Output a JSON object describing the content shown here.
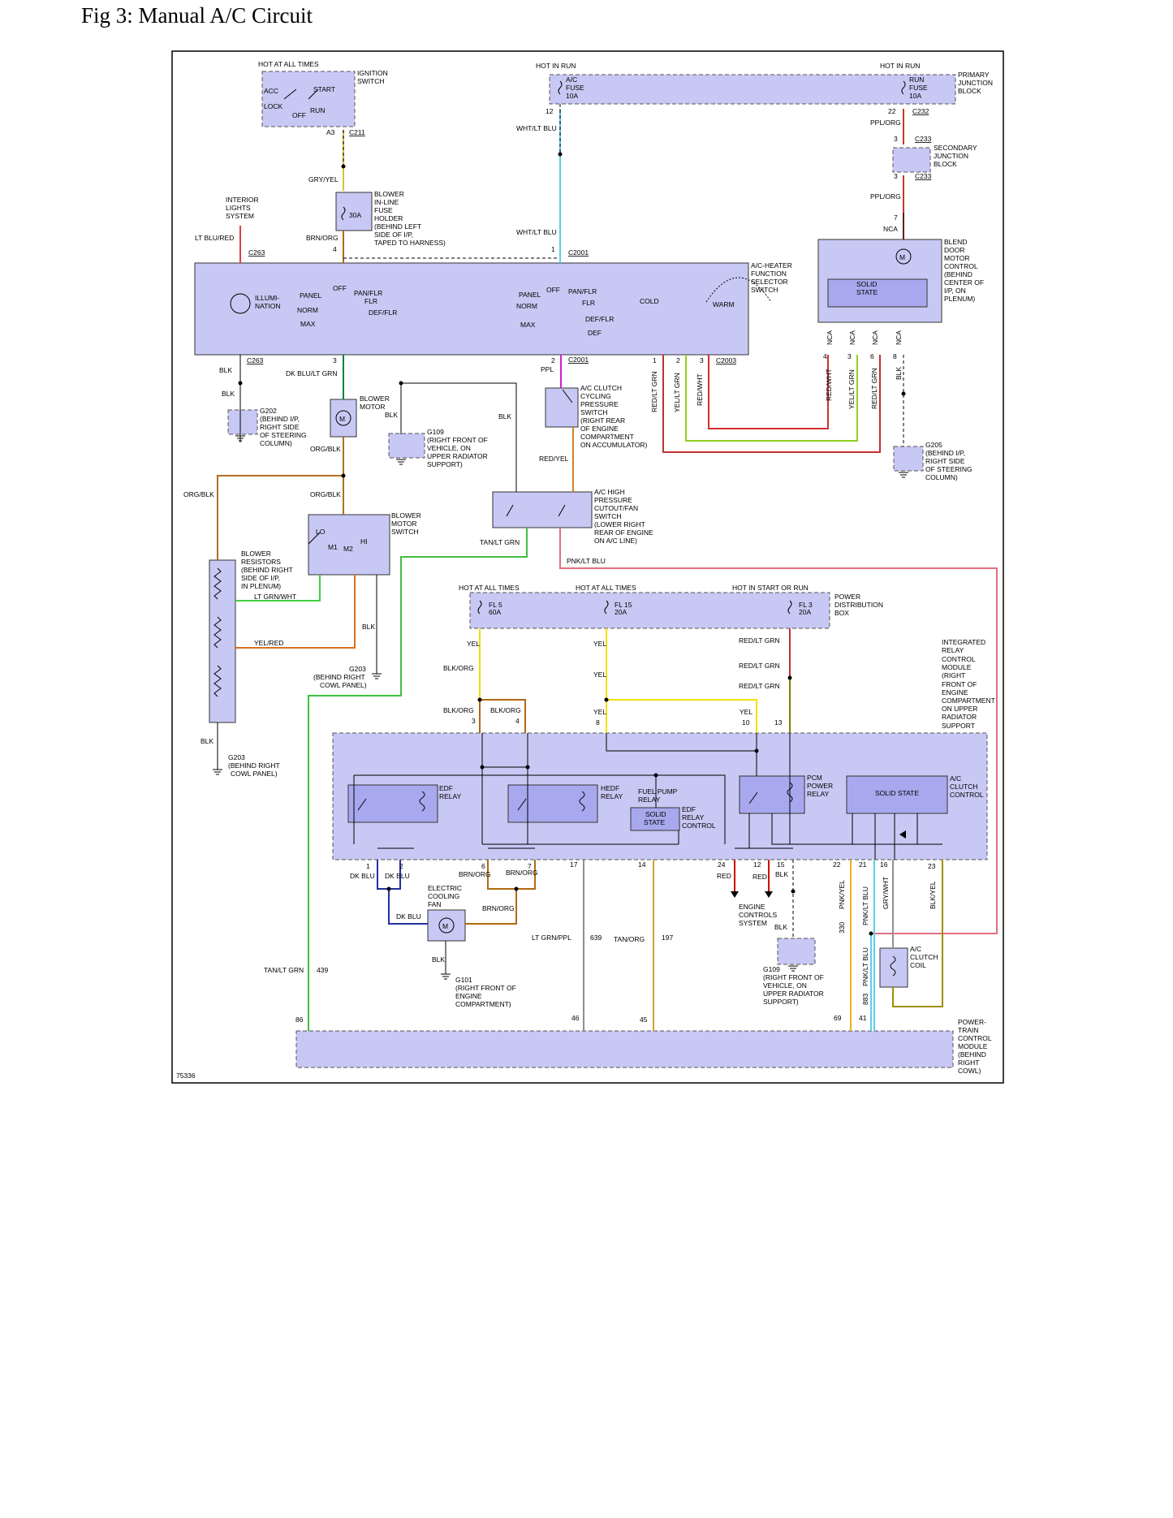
{
  "title": "Fig 3: Manual A/C Circuit",
  "figure_id": "75336",
  "colors": {
    "box_fill": "#c8c8f4",
    "gry_yel": "#d8c040",
    "brn_org": "#b06a10",
    "wht_lt_blu": "#5ccfe6",
    "ppl_org": "#c03a30",
    "lt_blu_red": "#e04040",
    "dk_blu_lt_grn": "#108040",
    "org_blk": "#b07020",
    "ppl": "#d020d0",
    "red_yel": "#d88020",
    "lt_grn_wht": "#40d040",
    "yel_red": "#d87020",
    "tan_lt_grn": "#40c040",
    "pnk_lt_blu": "#e07080",
    "yel": "#f0e000",
    "red_lt_grn": "#c03030",
    "dk_blu": "#2030a0",
    "red_wht": "#d03030",
    "yel_lt_grn": "#90d020",
    "red": "#d00000",
    "lt_grn_ppl": "#909090",
    "tan_org": "#d0a030",
    "blk": "#000000"
  },
  "labels": {
    "hot_all_times_top": "HOT AT ALL TIMES",
    "hot_in_run_1": "HOT IN RUN",
    "hot_in_run_2": "HOT IN RUN",
    "ignition_switch": [
      "IGNITION",
      "SWITCH"
    ],
    "acc": "ACC",
    "start": "START",
    "lock": "LOCK",
    "off": "OFF",
    "run": "RUN",
    "ac_fuse": [
      "A/C",
      "FUSE",
      "10A"
    ],
    "run_fuse": [
      "RUN",
      "FUSE",
      "10A"
    ],
    "primary_jb": [
      "PRIMARY",
      "JUNCTION",
      "BLOCK"
    ],
    "secondary_jb": [
      "SECONDARY",
      "JUNCTION",
      "BLOCK"
    ],
    "a3": "A3",
    "c211": "C211",
    "pin12": "12",
    "wht_lt_blu_1": "WHT/LT BLU",
    "pin22": "22",
    "c232": "C232",
    "ppl_org_1": "PPL/ORG",
    "pin3_c233": "3",
    "c233_top": "C233",
    "pin3_c233b": "3",
    "c233_bot": "C233",
    "ppl_org_2": "PPL/ORG",
    "pin7": "7",
    "nca_top": "NCA",
    "gry_yel": "GRY/YEL",
    "blower_fuse_holder": [
      "BLOWER",
      "IN-LINE",
      "FUSE",
      "HOLDER",
      "(BEHIND LEFT",
      "SIDE OF I/P,",
      "TAPED TO HARNESS)"
    ],
    "fuse_30a": "30A",
    "brn_org_1": "BRN/ORG",
    "pin4": "4",
    "interior_lights": [
      "INTERIOR",
      "LIGHTS",
      "SYSTEM"
    ],
    "lt_blu_red": "LT BLU/RED",
    "c263_top": "C263",
    "wht_lt_blu_2": "WHT/LT BLU",
    "pin1_c2001": "1",
    "c2001_top": "C2001",
    "blend_door": [
      "BLEND",
      "DOOR",
      "MOTOR",
      "CONTROL",
      "(BEHIND",
      "CENTER OF",
      "I/P, ON",
      "PLENUM)"
    ],
    "solid_state_1": [
      "SOLID",
      "STATE"
    ],
    "selector_switch": [
      "A/C-HEATER",
      "FUNCTION",
      "SELECTOR",
      "SWITCH"
    ],
    "illumination": [
      "ILLUMI-",
      "NATION"
    ],
    "panel": "PANEL",
    "off_1": "OFF",
    "pan_flr": "PAN/FLR",
    "flr": "FLR",
    "norm": "NORM",
    "def_flr": "DEF/FLR",
    "max": "MAX",
    "panel_2": "PANEL",
    "off_2": "OFF",
    "pan_flr_2": "PAN/FLR",
    "norm_2": "NORM",
    "flr_2": "FLR",
    "def_flr_2": "DEF/FLR",
    "max_2": "MAX",
    "def": "DEF",
    "cold": "COLD",
    "warm": "WARM",
    "nca_1": "NCA",
    "nca_2": "NCA",
    "nca_3": "NCA",
    "nca_4": "NCA",
    "pin4_b": "4",
    "pin3_b": "3",
    "pin6_b": "6",
    "pin8_b": "8",
    "red_wht_v": "RED/WHT",
    "yel_lt_grn_v": "YEL/LT GRN",
    "red_lt_grn_v": "RED/LT GRN",
    "blk_v": "BLK",
    "c263_bot": "C263",
    "pin3_c": "3",
    "pin2_c": "2",
    "c2001_bot": "C2001",
    "pin1_d": "1",
    "pin2_d": "2",
    "pin3_d": "3",
    "c2003": "C2003",
    "blk_1": "BLK",
    "blk_2": "BLK",
    "dk_blu_lt_grn": "DK BLU/LT GRN",
    "ppl": "PPL",
    "red_lt_grn_v2": "RED/LT GRN",
    "yel_lt_grn_v2": "YEL/LT GRN",
    "red_wht_v2": "RED/WHT",
    "g202": [
      "G202",
      "(BEHIND I/P,",
      "RIGHT SIDE",
      "OF STEERING",
      "COLUMN)"
    ],
    "blower_motor": [
      "BLOWER",
      "MOTOR"
    ],
    "blk_3": "BLK",
    "g109_top": [
      "G109",
      "(RIGHT FRONT OF",
      "VEHICLE, ON",
      "UPPER RADIATOR",
      "SUPPORT)"
    ],
    "blk_4": "BLK",
    "ac_clutch_cycling": [
      "A/C CLUTCH",
      "CYCLING",
      "PRESSURE",
      "SWITCH",
      "(RIGHT REAR",
      "OF ENGINE",
      "COMPARTMENT",
      "ON ACCUMULATOR)"
    ],
    "g205": [
      "G205",
      "(BEHIND I/P,",
      "RIGHT SIDE",
      "OF STEERING",
      "COLUMN)"
    ],
    "org_blk_1": "ORG/BLK",
    "red_yel": "RED/YEL",
    "org_blk_2": "ORG/BLK",
    "org_blk_3": "ORG/BLK",
    "ac_high_pressure": [
      "A/C HIGH",
      "PRESSURE",
      "CUTOUT/FAN",
      "SWITCH",
      "(LOWER RIGHT",
      "REAR OF ENGINE",
      "ON A/C LINE)"
    ],
    "blower_motor_switch": [
      "BLOWER",
      "MOTOR",
      "SWITCH"
    ],
    "lo": "LO",
    "hi": "HI",
    "m1": "M1",
    "m2": "M2",
    "tan_lt_grn_1": "TAN/LT GRN",
    "pnk_lt_blu_1": "PNK/LT BLU",
    "blower_resistors": [
      "BLOWER",
      "RESISTORS",
      "(BEHIND RIGHT",
      "SIDE OF I/P,",
      "IN PLENUM)"
    ],
    "lt_grn_wht": "LT GRN/WHT",
    "yel_red": "YEL/RED",
    "blk_5": "BLK",
    "g203_1": [
      "G203",
      "(BEHIND RIGHT",
      "COWL PANEL)"
    ],
    "blk_6": "BLK",
    "g203_2": [
      "G203",
      "(BEHIND RIGHT",
      "COWL PANEL)"
    ],
    "hot_all_times_2": "HOT AT ALL TIMES",
    "hot_all_times_3": "HOT AT ALL TIMES",
    "hot_start_run": "HOT IN START OR RUN",
    "fl5": [
      "FL 5",
      "60A"
    ],
    "fl15": [
      "FL 15",
      "20A"
    ],
    "fl3": [
      "FL 3",
      "20A"
    ],
    "pdb": [
      "POWER",
      "DISTRIBUTION",
      "BOX"
    ],
    "yel_1": "YEL",
    "yel_2": "YEL",
    "red_lt_grn_1": "RED/LT GRN",
    "blk_org_1": "BLK/ORG",
    "red_lt_grn_2": "RED/LT GRN",
    "yel_3": "YEL",
    "red_lt_grn_3": "RED/LT GRN",
    "ircm": [
      "INTEGRATED",
      "RELAY",
      "CONTROL",
      "MODULE",
      "(RIGHT",
      "FRONT OF",
      "ENGINE",
      "COMPARTMENT",
      "ON UPPER",
      "RADIATOR",
      "SUPPORT"
    ],
    "blk_org_2": "BLK/ORG",
    "blk_org_3": "BLK/ORG",
    "yel_4": "YEL",
    "yel_5": "YEL",
    "p3": "3",
    "p4": "4",
    "p8": "8",
    "p10": "10",
    "p13": "13",
    "edf_relay": [
      "EDF",
      "RELAY"
    ],
    "hedf_relay": [
      "HEDF",
      "RELAY"
    ],
    "fuel_pump_relay": [
      "FUEL PUMP",
      "RELAY"
    ],
    "edf_relay_control": [
      "EDF",
      "RELAY",
      "CONTROL"
    ],
    "solid_state_2": [
      "SOLID",
      "STATE"
    ],
    "pcm_power_relay": [
      "PCM",
      "POWER",
      "RELAY"
    ],
    "solid_state_3": "SOLID STATE",
    "ac_clutch_control": [
      "A/C",
      "CLUTCH",
      "CONTROL"
    ],
    "q1": "1",
    "q2": "2",
    "q6": "6",
    "q7": "7",
    "q17": "17",
    "q14": "14",
    "q24": "24",
    "q12": "12",
    "q15": "15",
    "q22": "22",
    "q21": "21",
    "q16": "16",
    "q23": "23",
    "dk_blu_1": "DK BLU",
    "dk_blu_2": "DK BLU",
    "brn_org_a": "BRN/ORG",
    "brn_org_b": "BRN/ORG",
    "brn_org_c": "BRN/ORG",
    "red_a": "RED",
    "red_b": "RED",
    "blk_7": "BLK",
    "electric_cooling_fan": [
      "ELECTRIC",
      "COOLING",
      "FAN"
    ],
    "dk_blu_3": "DK BLU",
    "engine_controls": [
      "ENGINE",
      "CONTROLS",
      "SYSTEM"
    ],
    "blk_8": "BLK",
    "pnk_yel_v": "PNK/YEL",
    "pnk_lt_blu_v": "PNK/LT BLU",
    "gry_wht_v": "GRY/WHT",
    "blk_yel_v": "BLK/YEL",
    "lt_grn_ppl": "LT GRN/PPL",
    "c639": "639",
    "tan_org": "TAN/ORG",
    "c197": "197",
    "blk_9": "BLK",
    "g101": [
      "G101",
      "(RIGHT FRONT OF",
      "ENGINE",
      "COMPARTMENT)"
    ],
    "g109_bot": [
      "G109",
      "(RIGHT FRONT OF",
      "VEHICLE, ON",
      "UPPER RADIATOR",
      "SUPPORT)"
    ],
    "c330": "330",
    "pnk_lt_blu_v2": "PNK/LT BLU",
    "c883": "883",
    "ac_clutch_coil": [
      "A/C",
      "CLUTCH",
      "COIL"
    ],
    "tan_lt_grn_2": "TAN/LT GRN",
    "c439": "439",
    "r86": "86",
    "r46": "46",
    "r45": "45",
    "r69": "69",
    "r41": "41",
    "pcm": [
      "POWER-",
      "TRAIN",
      "CONTROL",
      "MODULE",
      "(BEHIND",
      "RIGHT",
      "COWL)"
    ]
  }
}
